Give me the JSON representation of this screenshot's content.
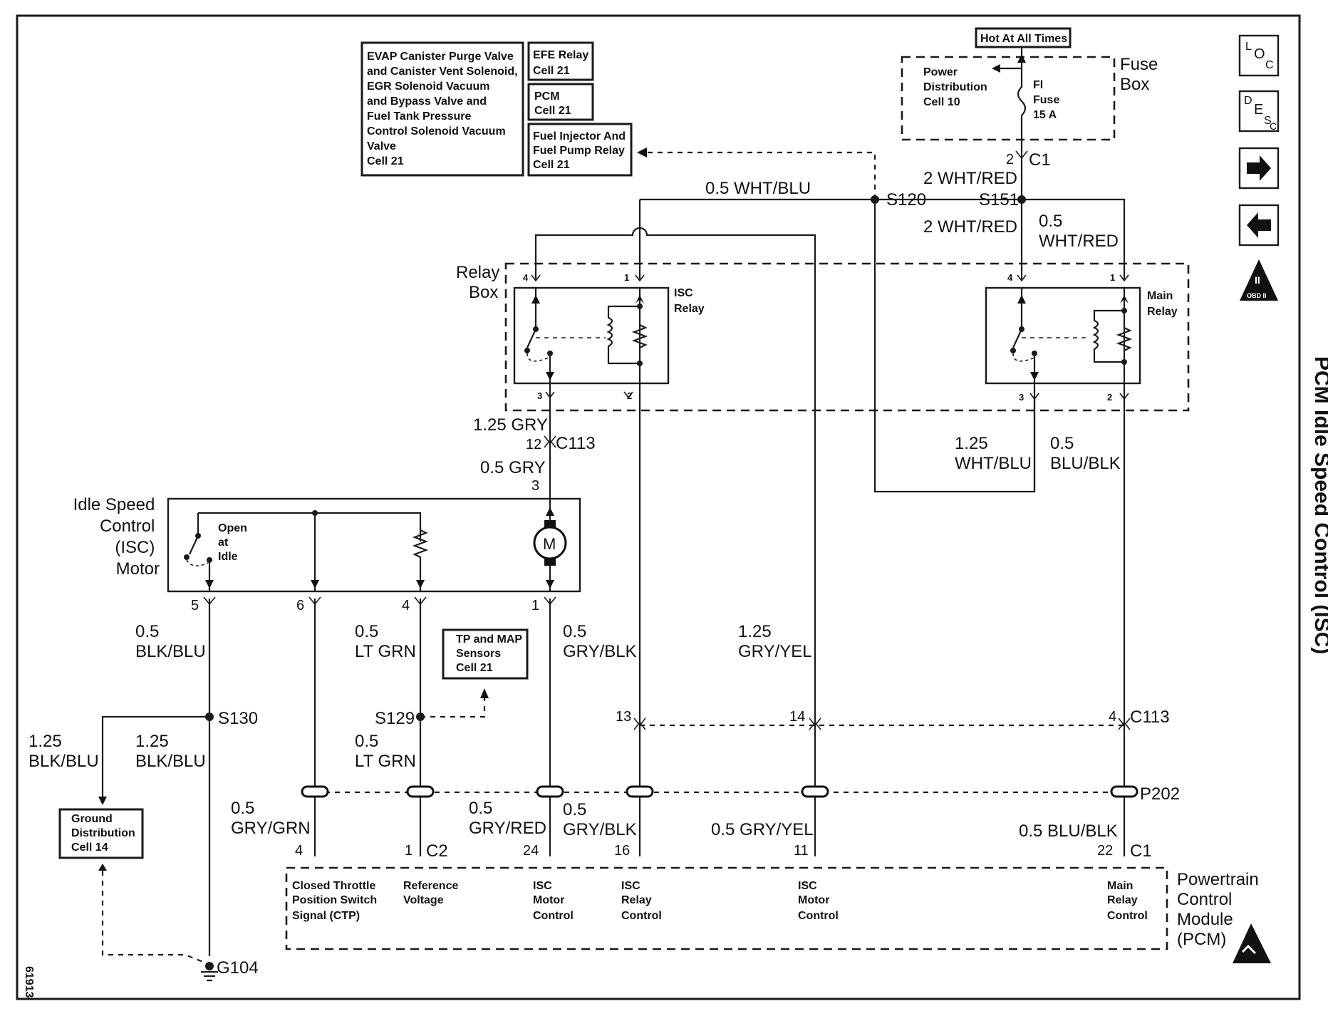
{
  "page_title": "PCM Idle Speed Control (ISC)",
  "page_number": "61913",
  "nav": {
    "loc_icon": "loc-icon",
    "desc_icon": "desc-icon",
    "next_icon": "arrow-right-icon",
    "prev_icon": "arrow-left-icon",
    "obd_label": "OBD II"
  },
  "ref_boxes": {
    "evap": [
      "EVAP Canister Purge Valve",
      "and Canister Vent Solenoid,",
      "EGR Solenoid Vacuum",
      "and Bypass Valve and",
      "Fuel Tank Pressure",
      "Control Solenoid Vacuum",
      "Valve",
      "Cell 21"
    ],
    "efe": [
      "EFE Relay",
      "Cell 21"
    ],
    "pcm": [
      "PCM",
      "Cell 21"
    ],
    "fuel_inj": [
      "Fuel Injector And",
      "Fuel Pump Relay",
      "Cell 21"
    ],
    "tp_map": [
      "TP and MAP",
      "Sensors",
      "Cell 21"
    ],
    "ground_dist": [
      "Ground",
      "Distribution",
      "Cell 14"
    ],
    "hot": "Hot At All Times"
  },
  "fuse_box": {
    "label": [
      "Fuse",
      "Box"
    ],
    "power_dist": [
      "Power",
      "Distribution",
      "Cell 10"
    ],
    "fuse": [
      "Fl",
      "Fuse",
      "15 A"
    ],
    "connector": "C1",
    "pin": "2"
  },
  "relay_box": {
    "label": [
      "Relay",
      "Box"
    ],
    "isc_relay": [
      "ISC",
      "Relay"
    ],
    "main_relay": [
      "Main",
      "Relay"
    ]
  },
  "isc_motor": {
    "label": [
      "Idle Speed",
      "Control",
      "(ISC)",
      "Motor"
    ],
    "switch_label": [
      "Open",
      "at",
      "Idle"
    ],
    "motor_symbol": "M",
    "pins": [
      "5",
      "6",
      "4",
      "1"
    ]
  },
  "pcm": {
    "label": [
      "Powertrain",
      "Control",
      "Module",
      "(PCM)"
    ],
    "functions": [
      [
        "Closed Throttle",
        "Position Switch",
        "Signal (CTP)"
      ],
      [
        "Reference",
        "Voltage"
      ],
      [
        "ISC",
        "Motor",
        "Control"
      ],
      [
        "ISC",
        "Relay",
        "Control"
      ],
      [
        "ISC",
        "Motor",
        "Control"
      ],
      [
        "Main",
        "Relay",
        "Control"
      ]
    ]
  },
  "splices": [
    "S120",
    "S151",
    "S130",
    "S129"
  ],
  "connectors": [
    "C113",
    "C113",
    "C2",
    "C1",
    "P202",
    "G104"
  ],
  "wires": {
    "wht_blu_top": "0.5 WHT/BLU",
    "wht_red_1": "2 WHT/RED",
    "wht_red_2": "2 WHT/RED",
    "wht_red_3": [
      "0.5",
      "WHT/RED"
    ],
    "gry_125": "1.25 GRY",
    "gry_05": "0.5 GRY",
    "wht_blu_125": [
      "1.25",
      "WHT/BLU"
    ],
    "blu_blk_05": [
      "0.5",
      "BLU/BLK"
    ],
    "blk_blu_05": [
      "0.5",
      "BLK/BLU"
    ],
    "lt_grn_05": [
      "0.5",
      "LT GRN"
    ],
    "gry_blk_05": [
      "0.5",
      "GRY/BLK"
    ],
    "gry_yel_125": [
      "1.25",
      "GRY/YEL"
    ],
    "blk_blu_125a": [
      "1.25",
      "BLK/BLU"
    ],
    "blk_blu_125b": [
      "1.25",
      "BLK/BLU"
    ],
    "lt_grn_05b": [
      "0.5",
      "LT GRN"
    ],
    "gry_grn_05": [
      "0.5",
      "GRY/GRN"
    ],
    "gry_red_05": [
      "0.5",
      "GRY/RED"
    ],
    "gry_blk_05b": [
      "0.5",
      "GRY/BLK"
    ],
    "gry_yel_05": "0.5 GRY/YEL",
    "blu_blk_05b": "0.5 BLU/BLK"
  },
  "pin_numbers": {
    "c113_12": "12",
    "c113_3": "3",
    "isc_relay": [
      "4",
      "1",
      "3",
      "2"
    ],
    "main_relay": [
      "4",
      "1",
      "3",
      "2"
    ],
    "c113_13": "13",
    "c113_14": "14",
    "c113_4": "4",
    "pcm_pins": [
      "4",
      "1",
      "24",
      "16",
      "11",
      "22"
    ]
  }
}
